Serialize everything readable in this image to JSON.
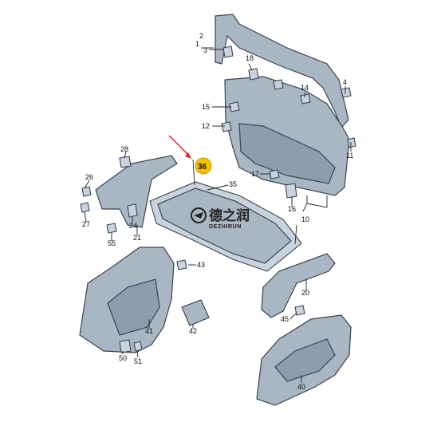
{
  "diagram": {
    "part_numbers": [
      "1",
      "2",
      "3",
      "4",
      "10",
      "11",
      "12",
      "14",
      "15",
      "16",
      "17",
      "18",
      "20",
      "21",
      "24",
      "26",
      "27",
      "28",
      "35",
      "40",
      "41",
      "42",
      "43",
      "45",
      "50",
      "51",
      "55"
    ],
    "highlighted_part": "36",
    "highlight_color": "#f2c200",
    "arrow_color": "#e02020",
    "part_color": "#a9b6c4"
  },
  "logo": {
    "text_cn": "德之润",
    "text_en": "DEZHIRUN",
    "icon": "gear-bird-icon"
  }
}
